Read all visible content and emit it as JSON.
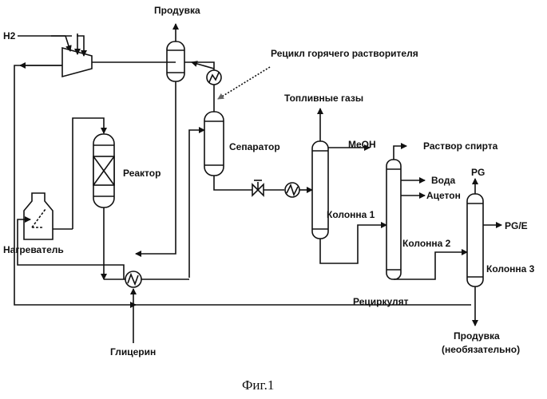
{
  "labels": {
    "h2": "H2",
    "purge_top": "Продувка",
    "hot_solvent_recycle": "Рецикл горячего растворителя",
    "fuel_gases": "Топливные газы",
    "separator": "Сепаратор",
    "meoh": "MeOH",
    "alcohol_solution": "Раствор спирта",
    "reactor": "Реактор",
    "water": "Вода",
    "pg": "PG",
    "acetone": "Ацетон",
    "column1": "Колонна 1",
    "heater": "Нагреватель",
    "column2": "Колонна 2",
    "pg_e": "PG/E",
    "column3": "Колонна 3",
    "recirculate": "Рециркулят",
    "purge_bottom": "Продувка",
    "optional": "(необязательно)",
    "glycerin": "Глицерин"
  },
  "caption": "Фиг.1"
}
